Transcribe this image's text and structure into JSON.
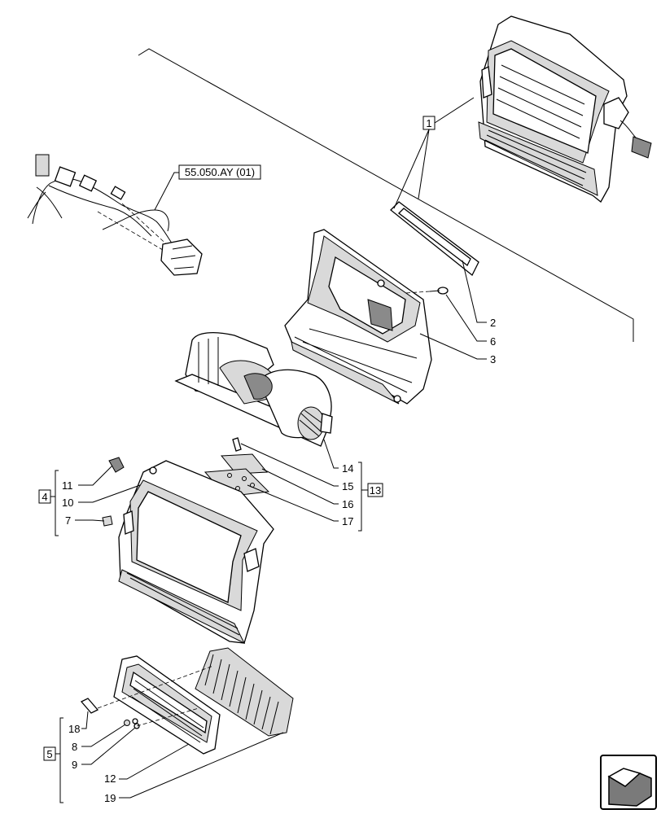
{
  "reference_label": "55.050.AY (01)",
  "callouts": {
    "c1": "1",
    "c2": "2",
    "c3": "3",
    "c4": "4",
    "c5": "5",
    "c6": "6",
    "c7": "7",
    "c8": "8",
    "c9": "9",
    "c10": "10",
    "c11": "11",
    "c12": "12",
    "c13": "13",
    "c14": "14",
    "c15": "15",
    "c16": "16",
    "c17": "17",
    "c18": "18",
    "c19": "19"
  },
  "nav_icon": "next-page-arrow-icon"
}
